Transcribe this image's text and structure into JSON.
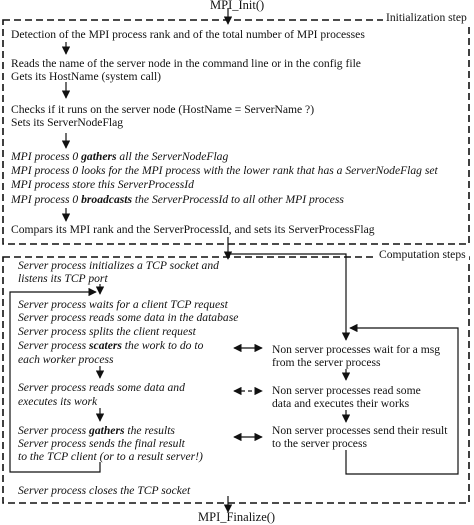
{
  "start_label": "MPI_Init()",
  "end_label": "MPI_Finalize()",
  "init_section": {
    "title": "Initialization step",
    "block1": "Detection of the MPI process rank and of the total number of MPI processes",
    "block2_line1": "Reads the name of the server node in the command line or in the config file",
    "block2_line2": "Gets its HostName (system call)",
    "block3_line1": "Checks if it runs on the server node (HostName = ServerName ?)",
    "block3_line2": "Sets its ServerNodeFlag",
    "block4_line1_pre": "MPI process 0 ",
    "block4_line1_em": "gathers",
    "block4_line1_post": " all the ServerNodeFlag",
    "block4_line2": "MPI process 0 looks for the MPI process with the lower rank that has a ServerNodeFlag set",
    "block4_line3": "MPI process store this ServerProcessId",
    "block4_line4_pre": "MPI process 0 ",
    "block4_line4_em": "broadcasts",
    "block4_line4_post": " the ServerProcessId to all other MPI process",
    "block5": "Compars its MPI rank and the ServerProcessId, and sets its ServerProcessFlag"
  },
  "comp_section": {
    "title": "Computation steps",
    "s1_line1": "Server process initializes a TCP socket and",
    "s1_line2": "listens its TCP port",
    "s2_line1": "Server process waits for a client TCP request",
    "s2_line2": "Server process reads some data in the database",
    "s2_line3": "Server process splits the client request",
    "s2_line4_pre": "Server process ",
    "s2_line4_em": "scaters",
    "s2_line4_post": " the work to do to",
    "s2_line5": "each worker process",
    "s3_line1": "Server process reads some data and",
    "s3_line2": "executes its work",
    "s4_line1_pre": "Server process ",
    "s4_line1_em": "gathers",
    "s4_line1_post": " the results",
    "s4_line2": "Server process sends the final result",
    "s4_line3": "to the TCP client (or to a result server!)",
    "s5": "Server process closes the TCP socket",
    "n1_line1": "Non server processes wait for a msg",
    "n1_line2": "from the server process",
    "n2_line1": "Non server processes read some",
    "n2_line2": "data and executes their works",
    "n3_line1": "Non server processes send their result",
    "n3_line2": "to the server process"
  }
}
